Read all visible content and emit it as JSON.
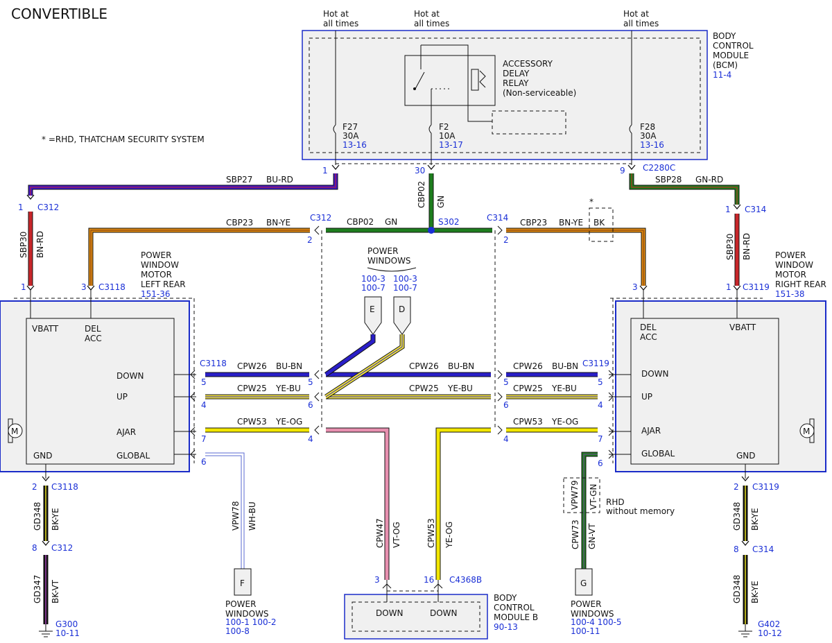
{
  "title": "CONVERTIBLE",
  "note": "* =RHD, THATCHAM SECURITY SYSTEM",
  "hot_at_all_times": "Hot at\nall times",
  "bcm": {
    "name_lines": [
      "BODY",
      "CONTROL",
      "MODULE",
      "(BCM)"
    ],
    "ref": "11-4",
    "relay_lines": [
      "ACCESSORY",
      "DELAY",
      "RELAY",
      "(Non-serviceable)"
    ],
    "fuses": [
      {
        "id": "F27",
        "amp": "30A",
        "ref": "13-16"
      },
      {
        "id": "F2",
        "amp": "10A",
        "ref": "13-17"
      },
      {
        "id": "F28",
        "amp": "30A",
        "ref": "13-16"
      }
    ],
    "pin_left": "1",
    "pin_mid": "30",
    "pin_right": "9",
    "connector": "C2280C"
  },
  "wires": {
    "sbp27": "SBP27",
    "sbp27_color": "BU-RD",
    "sbp28": "SBP28",
    "sbp28_color": "GN-RD",
    "cbp02": "CBP02",
    "cbp02_color": "GN",
    "cbp23": "CBP23",
    "cbp23_color": "BN-YE",
    "sbp30": "SBP30",
    "sbp30_color": "BN-RD",
    "cpw26": "CPW26",
    "cpw26_color": "BU-BN",
    "cpw25": "CPW25",
    "cpw25_color": "YE-BU",
    "cpw53": "CPW53",
    "cpw53_color": "YE-OG",
    "vpw78": "VPW78",
    "vpw78_color": "WH-BU",
    "cpw47": "CPW47",
    "cpw47_color": "VT-OG",
    "vpw79": "VPW79",
    "vpw79_color": "VT-GN",
    "cpw73": "CPW73",
    "cpw73_color": "GN-VT",
    "gd348": "GD348",
    "gd348_color": "BK-YE",
    "gd347": "GD347",
    "gd347_color": "BK-VT"
  },
  "splice": "S302",
  "star": "*",
  "bk": "BK",
  "connectors": {
    "c312": "C312",
    "c314": "C314",
    "c3118": "C3118",
    "c3119": "C3119",
    "c4368b": "C4368B"
  },
  "pins": {
    "p1": "1",
    "p2": "2",
    "p3": "3",
    "p4": "4",
    "p5": "5",
    "p6": "6",
    "p7": "7",
    "p8": "8",
    "p16": "16"
  },
  "left_motor": {
    "name_lines": [
      "POWER",
      "WINDOW",
      "MOTOR",
      "LEFT REAR"
    ],
    "ref": "151-36",
    "vbatt": "VBATT",
    "del": "DEL",
    "acc": "ACC",
    "down": "DOWN",
    "up": "UP",
    "ajar": "AJAR",
    "gnd": "GND",
    "global": "GLOBAL",
    "m": "M"
  },
  "right_motor": {
    "name_lines": [
      "POWER",
      "WINDOW",
      "MOTOR",
      "RIGHT REAR"
    ],
    "ref": "151-38",
    "vbatt": "VBATT",
    "del": "DEL",
    "acc": "ACC",
    "down": "DOWN",
    "up": "UP",
    "ajar": "AJAR",
    "gnd": "GND",
    "global": "GLOBAL",
    "m": "M"
  },
  "power_windows_top": {
    "lines": [
      "POWER",
      "WINDOWS"
    ],
    "ref_e": [
      "100-3",
      "100-7"
    ],
    "ref_d": [
      "100-3",
      "100-7"
    ],
    "e": "E",
    "d": "D"
  },
  "power_windows_f": {
    "lines": [
      "POWER",
      "WINDOWS"
    ],
    "refs": [
      "100-1 100-2",
      "100-8"
    ],
    "f": "F"
  },
  "power_windows_g": {
    "lines": [
      "POWER",
      "WINDOWS"
    ],
    "refs": [
      "100-4 100-5",
      "100-11"
    ],
    "g": "G"
  },
  "rhd_note": [
    "RHD",
    "without memory"
  ],
  "bcm_b": {
    "name_lines": [
      "BODY",
      "CONTROL",
      "MODULE B"
    ],
    "ref": "90-13",
    "down1": "DOWN",
    "down2": "DOWN"
  },
  "grounds": {
    "g300": "G300",
    "g300_ref": "10-11",
    "g402": "G402",
    "g402_ref": "10-12"
  }
}
